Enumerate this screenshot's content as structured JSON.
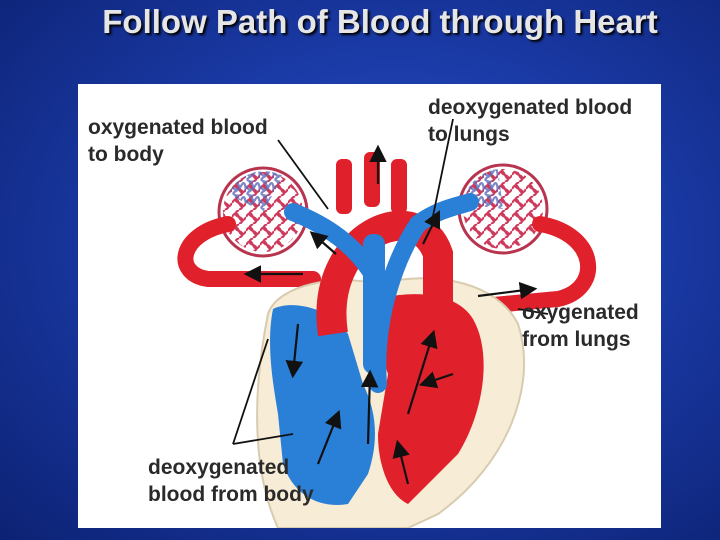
{
  "title": "Follow Path of Blood through Heart",
  "labels": {
    "oxygenated_to_body": "oxygenated blood\nto body",
    "deoxygenated_to_lungs": "deoxygenated blood\nto lungs",
    "oxygenated_from_lungs": "oxygenated\nfrom lungs",
    "deoxygenated_from_body": "deoxygenated\nblood from body"
  },
  "colors": {
    "background": "#1a3aa6",
    "oxygenated": "#e0202a",
    "deoxygenated": "#2a7fd6",
    "heart_wall": "#f7ecd6"
  }
}
